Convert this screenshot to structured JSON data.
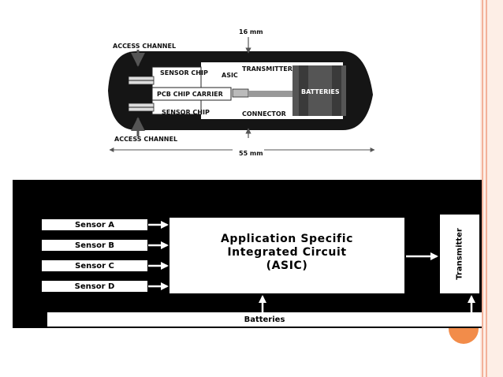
{
  "capsule": {
    "top_dimension": "16 mm",
    "bottom_dimension": "55 mm",
    "access_channel_top": "ACCESS CHANNEL",
    "access_channel_bottom": "ACCESS CHANNEL",
    "sensor_chip_top": "SENSOR CHIP",
    "sensor_chip_bottom": "SENSOR CHIP",
    "asic": "ASIC",
    "transmitter": "TRANSMITTER",
    "pcb": "PCB CHIP CARRIER",
    "batteries": "BATTERIES",
    "connector": "CONNECTOR"
  },
  "block": {
    "sensors": [
      "Sensor A",
      "Sensor B",
      "Sensor C",
      "Sensor D"
    ],
    "asic_lines": [
      "Application Specific",
      "Integrated Circuit",
      "(ASIC)"
    ],
    "transmitter": "Transmitter",
    "batteries": "Batteries"
  },
  "colors": {
    "accent_orange": "#f28c4a",
    "frame_pink": "#f3b29a",
    "diagram_bg": "#000000"
  }
}
